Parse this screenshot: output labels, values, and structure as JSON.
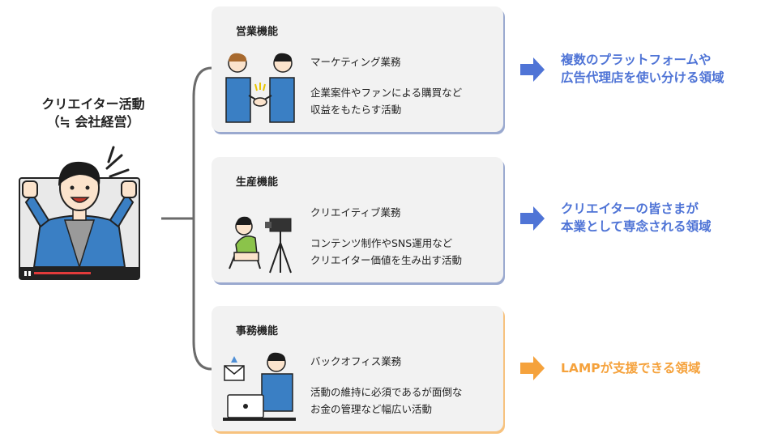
{
  "left": {
    "title_line1": "クリエイター活動",
    "title_line2": "（≒ 会社経営）"
  },
  "colors": {
    "blue": "#4f74d6",
    "orange": "#f5a23c",
    "connector": "#6b6b6b"
  },
  "cards": [
    {
      "title": "営業機能",
      "subtitle": "マーケティング業務",
      "description": "企業案件やファンによる購買など\n収益をもたらす活動",
      "illustration": "handshake-illustration",
      "result": "複数のプラットフォームや\n広告代理店を使い分ける領域",
      "result_color": "blue"
    },
    {
      "title": "生産機能",
      "subtitle": "クリエイティブ業務",
      "description": "コンテンツ制作やSNS運用など\nクリエイター価値を生み出す活動",
      "illustration": "video-camera-illustration",
      "result": "クリエイターの皆さまが\n本業として専念される領域",
      "result_color": "blue"
    },
    {
      "title": "事務機能",
      "subtitle": "バックオフィス業務",
      "description": "活動の維持に必須であるが面倒な\nお金の管理など幅広い活動",
      "illustration": "laptop-mail-illustration",
      "result": "LAMPが支援できる領域",
      "result_color": "orange"
    }
  ]
}
